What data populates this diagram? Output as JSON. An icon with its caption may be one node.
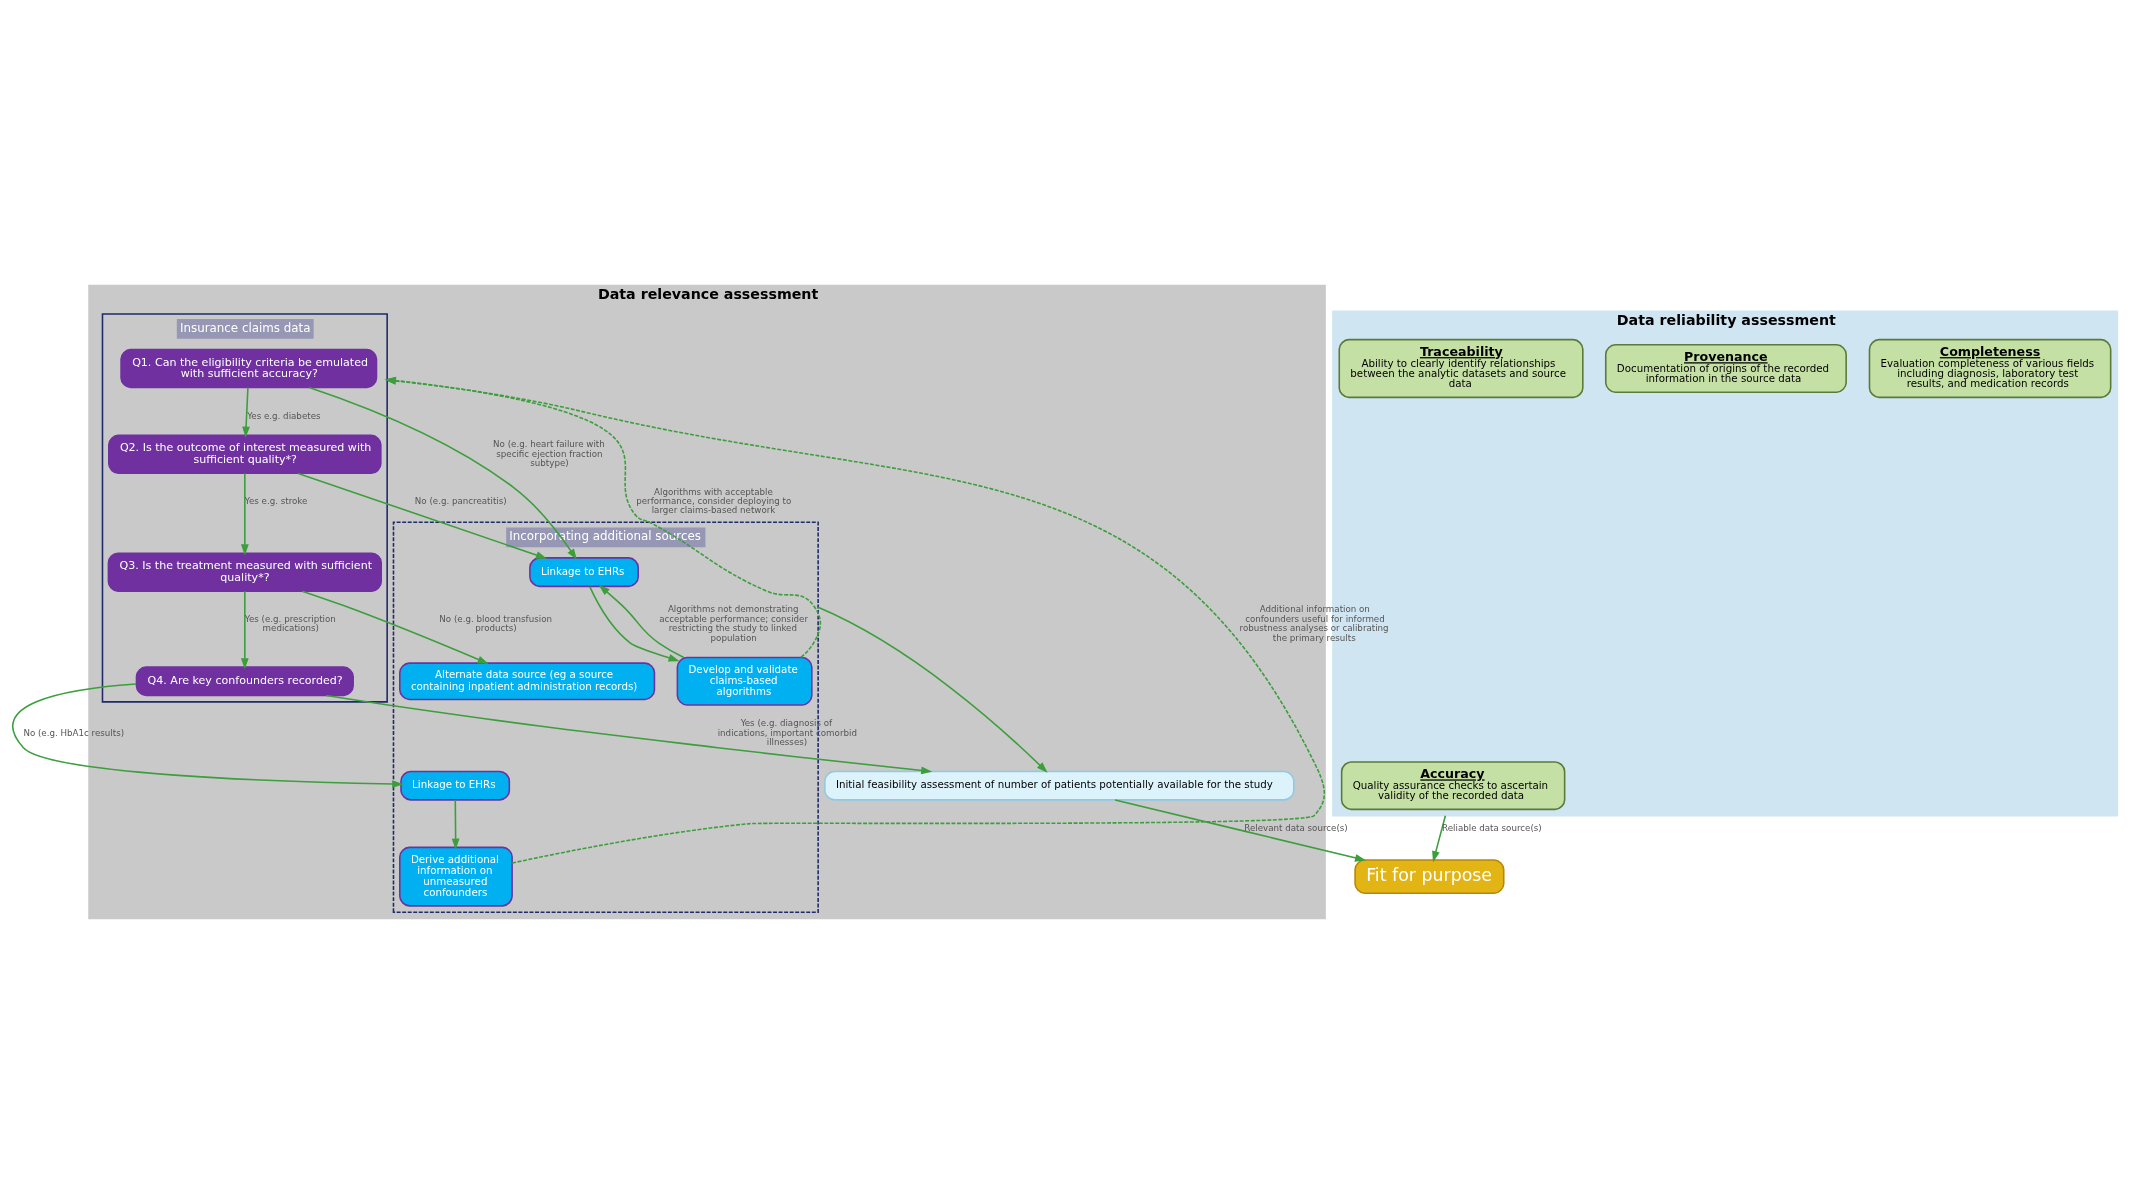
{
  "diagram": {
    "nodes": [
      {
        "text": [
          "Data relevance assessment"
        ]
      },
      {
        "text": [
          "Insurance claims data"
        ],
        "in": 0
      },
      {
        "text": [
          "Q1. Can the eligibility criteria be emulated with sufficient accuracy?"
        ],
        "in": 1
      },
      {
        "text": [
          "Q2. Is the outcome of interest measured with sufficient quality*?"
        ],
        "in": 1
      },
      {
        "text": [
          "Q3. Is the treatment measured with sufficient quality*?"
        ],
        "in": 1
      },
      {
        "text": [
          "Q4. Are key confounders recorded?"
        ],
        "in": 1
      },
      {
        "text": [
          "Incorporating additional sources"
        ],
        "in": 0
      },
      {
        "text": [
          "Linkage to EHRs"
        ],
        "in": 6
      },
      {
        "text": [
          "Develop and validate claims-based algorithms"
        ],
        "in": 6
      },
      {
        "text": [
          "Alternate data source (eg a source containing inpatient administration records)"
        ],
        "in": 6
      },
      {
        "text": [
          "Linkage to EHRs"
        ],
        "in": 6
      },
      {
        "text": [
          "Derive additional information on unmeasured confounders"
        ],
        "in": 6
      },
      {
        "text": [
          "Initial feasibility assessment of number of patients potentially available for the study"
        ],
        "in": 0
      },
      {
        "text": [
          "Data reliability assessment"
        ]
      },
      {
        "text": [
          "Accuracy",
          "Quality assurance checks to ascertain validity of the recorded data"
        ],
        "in": 13
      },
      {
        "text": [
          "Completeness",
          "Evaluation completeness of various fields including diagnosis, laboratory test results, and medication records"
        ],
        "in": 13
      },
      {
        "text": [
          "Provenance",
          "Documentation of origins of the recorded information in the source data"
        ],
        "in": 13
      },
      {
        "text": [
          "Traceability",
          "Ability to clearly identify relationships between the analytic datasets and source data"
        ],
        "in": 13
      },
      {
        "text": [
          "Fit for purpose"
        ]
      }
    ],
    "edges": [
      {
        "from": 2,
        "to": 3,
        "arrow": "to",
        "label": "Yes e.g. diabetes"
      },
      {
        "from": 3,
        "to": 4,
        "arrow": "to",
        "label": "Yes e.g. stroke"
      },
      {
        "from": 4,
        "to": 5,
        "arrow": "to",
        "label": "Yes (e.g. prescription medications)"
      },
      {
        "from": 5,
        "to": 12,
        "arrow": "to",
        "label": "Yes (e.g. diagnosis of indications, important comorbid illnesses)"
      },
      {
        "from": 2,
        "to": 7,
        "arrow": "to",
        "label": "No (e.g. heart failure with specific ejection fraction subtype)"
      },
      {
        "from": 3,
        "to": 7,
        "arrow": "to",
        "label": "No (e.g. pancreatitis)"
      },
      {
        "from": 7,
        "to": 8,
        "arrow": "to"
      },
      {
        "from": 8,
        "to": 7,
        "arrow": "to",
        "label": "Algorithms not demonstrating acceptable performance; consider restricting the study to linked population"
      },
      {
        "from": 8,
        "to": 1,
        "arrow": "to",
        "style": "dashed",
        "label": "Algorithms with acceptable performance, consider deploying to larger claims-based network"
      },
      {
        "from": 4,
        "to": 9,
        "arrow": "to",
        "label": "No (e.g. blood transfusion products)"
      },
      {
        "from": 5,
        "to": 10,
        "arrow": "to",
        "label": "No (e.g. HbA1c results)"
      },
      {
        "from": 10,
        "to": 11,
        "arrow": "to"
      },
      {
        "from": 11,
        "to": 1,
        "arrow": "to",
        "style": "dashed",
        "label": "Additional information on confounders useful for informed robustness analyses or calibrating the primary results"
      },
      {
        "from": 6,
        "to": 12,
        "arrow": "to"
      },
      {
        "from": 12,
        "to": 18,
        "arrow": "to",
        "label": "Relevant data source(s)"
      },
      {
        "from": 13,
        "to": 18,
        "arrow": "to",
        "label": "Reliable data source(s)"
      }
    ]
  }
}
